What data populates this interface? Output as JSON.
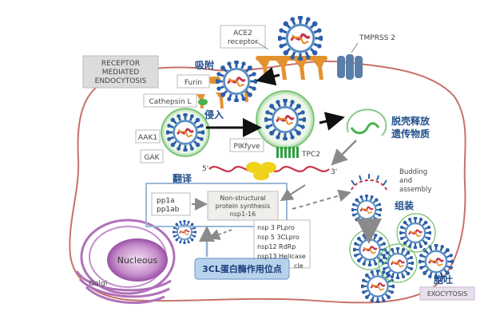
{
  "labels": {
    "ace2": "ACE2",
    "receptor": "receptor",
    "tmprss": "TMPRSS 2",
    "rme1": "RECEPTOR",
    "rme2": "MEDIATED",
    "rme3": "ENDOCYTOSIS",
    "adsorb": "吸附",
    "furin": "Furin",
    "cathepsin": "Cathepsin L",
    "invade": "侵入",
    "aak1": "AAK1",
    "gak": "GAK",
    "pikfyve": "PIKfyve",
    "tpc2": "TPC2",
    "uncoat1": "脱壳释放",
    "uncoat2": "遗传物质",
    "translate": "翻译",
    "five_prime": "5'",
    "three_prime": "3'",
    "pp1a": "pp1a",
    "pp1ab": "pp1ab",
    "nsp1": "Non-structural",
    "nsp2": "protein synthesis",
    "nsp3": "nsp1-16",
    "budding1": "Budding",
    "budding2": "and",
    "budding3": "assembly",
    "assemble": "组装",
    "nsp_list": [
      "nsp 3 PLpro",
      "nsp 5 3CLpro",
      "nsp12 RdRp",
      "nsp13 Helicase"
    ],
    "cle": "cle",
    "nucleous": "Nucleous",
    "golgi": "Golgi",
    "cl3": "3CL蛋白酶作用位点",
    "release": "胞吐",
    "exocytosis": "EXOCYTOSIS"
  },
  "colors": {
    "membrane": "#c8716a",
    "virus_blue": "#2d5fa8",
    "virus_ring": "#8fb8d8",
    "rna_red": "#c8324a",
    "ace2": "#e3922e",
    "tmprss": "#5b7ea8",
    "ribosome": "#f0d21a",
    "nucleus": "#b070b8",
    "endosome": "#6fbf6a",
    "cl3_box": "#b9d2ec",
    "cl3_text": "#1c3f7a",
    "chinese_text": "#1f4f8a"
  }
}
